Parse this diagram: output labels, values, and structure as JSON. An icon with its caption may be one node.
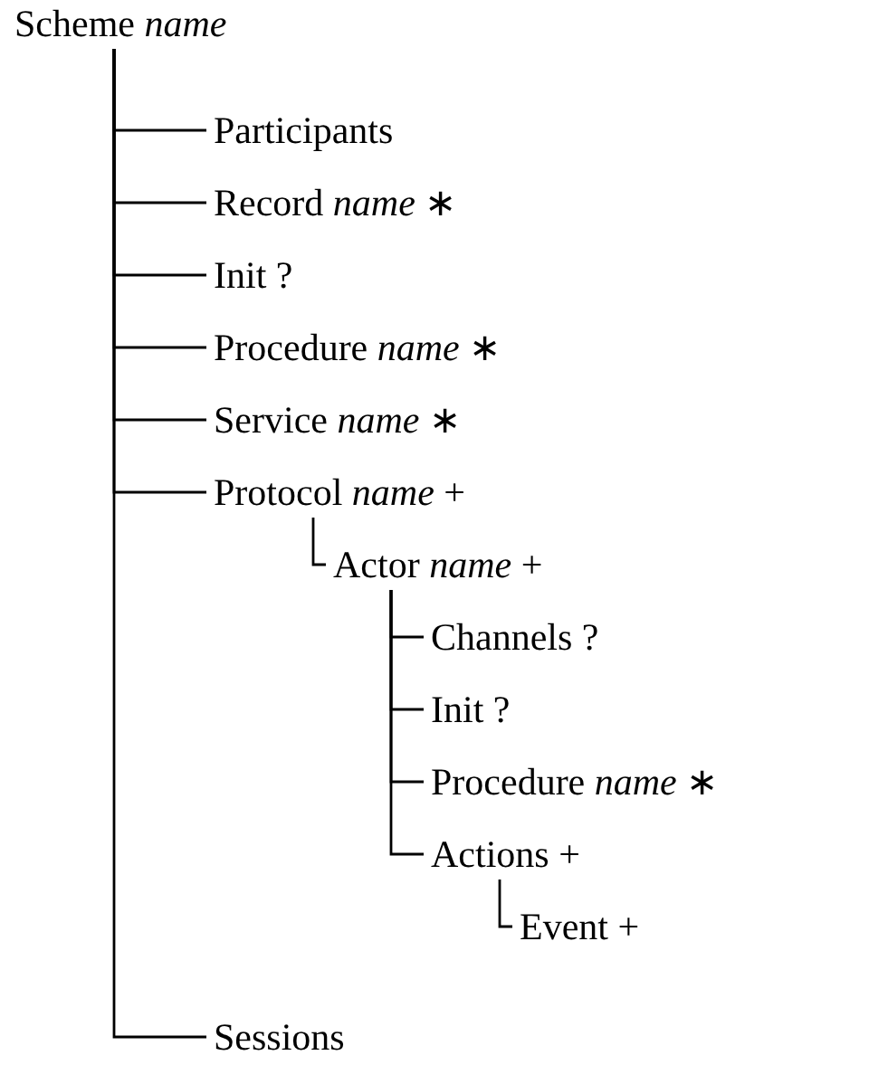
{
  "diagram": {
    "nodes": [
      {
        "text": [
          "Scheme *name*"
        ]
      },
      {
        "text": [
          "Participants"
        ]
      },
      {
        "text": [
          "Record *name* ∗"
        ]
      },
      {
        "text": [
          "Init ?"
        ]
      },
      {
        "text": [
          "Procedure *name* ∗"
        ]
      },
      {
        "text": [
          "Service *name* ∗"
        ]
      },
      {
        "text": [
          "Protocol *name* +"
        ]
      },
      {
        "text": [
          "Actor *name* +"
        ]
      },
      {
        "text": [
          "Channels ?"
        ]
      },
      {
        "text": [
          "Init ?"
        ]
      },
      {
        "text": [
          "Procedure *name* ∗"
        ]
      },
      {
        "text": [
          "Actions +"
        ]
      },
      {
        "text": [
          "Event +"
        ]
      },
      {
        "text": [
          "Sessions"
        ]
      }
    ],
    "edges": [
      {
        "from": 0,
        "to": 1,
        "arrow": "none"
      },
      {
        "from": 0,
        "to": 2,
        "arrow": "none"
      },
      {
        "from": 0,
        "to": 3,
        "arrow": "none"
      },
      {
        "from": 0,
        "to": 4,
        "arrow": "none"
      },
      {
        "from": 0,
        "to": 5,
        "arrow": "none"
      },
      {
        "from": 0,
        "to": 6,
        "arrow": "none"
      },
      {
        "from": 6,
        "to": 7,
        "arrow": "none"
      },
      {
        "from": 7,
        "to": 8,
        "arrow": "none"
      },
      {
        "from": 7,
        "to": 9,
        "arrow": "none"
      },
      {
        "from": 7,
        "to": 10,
        "arrow": "none"
      },
      {
        "from": 7,
        "to": 11,
        "arrow": "none"
      },
      {
        "from": 11,
        "to": 12,
        "arrow": "none"
      },
      {
        "from": 0,
        "to": 13,
        "arrow": "none"
      }
    ]
  }
}
